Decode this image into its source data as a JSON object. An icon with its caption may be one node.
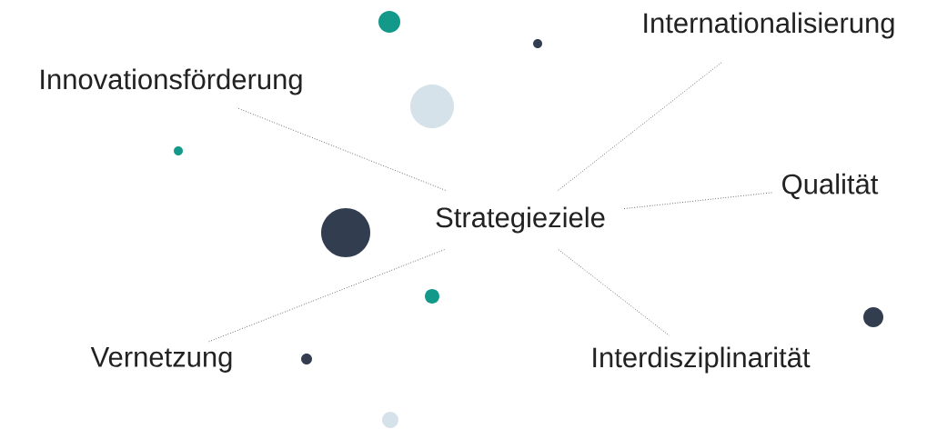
{
  "diagram": {
    "nodes": [
      {
        "text": [
          "Strategieziele"
        ]
      },
      {
        "text": [
          "Innovationsförderung"
        ]
      },
      {
        "text": [
          "Internationalisierung"
        ]
      },
      {
        "text": [
          "Qualität"
        ]
      },
      {
        "text": [
          "Interdisziplinarität"
        ]
      },
      {
        "text": [
          "Vernetzung"
        ]
      }
    ],
    "edges": [
      {
        "from": 0,
        "to": 1,
        "arrow": "none"
      },
      {
        "from": 0,
        "to": 2,
        "arrow": "none"
      },
      {
        "from": 0,
        "to": 3,
        "arrow": "none"
      },
      {
        "from": 0,
        "to": 4,
        "arrow": "none"
      },
      {
        "from": 0,
        "to": 5,
        "arrow": "none"
      }
    ]
  }
}
